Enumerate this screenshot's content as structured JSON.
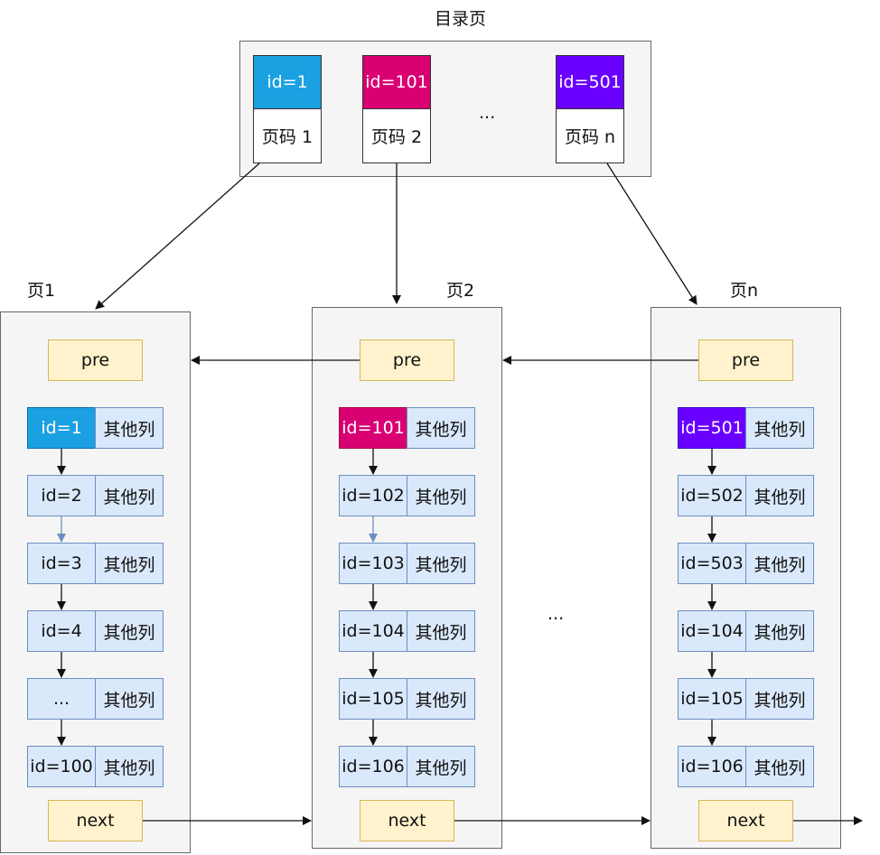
{
  "directory": {
    "title": "目录页",
    "ellipsis": "...",
    "entries": [
      {
        "id_label": "id=1",
        "page_label": "页码 1",
        "color": "#1ba1e2"
      },
      {
        "id_label": "id=101",
        "page_label": "页码 2",
        "color": "#d80073"
      },
      {
        "id_label": "id=501",
        "page_label": "页码 n",
        "color": "#6a00ff"
      }
    ]
  },
  "pages_ellipsis": "...",
  "pages": [
    {
      "title": "页1",
      "pre_label": "pre",
      "next_label": "next",
      "rows": [
        {
          "id": "id=1",
          "col": "其他列",
          "highlight": "#1ba1e2"
        },
        {
          "id": "id=2",
          "col": "其他列"
        },
        {
          "id": "id=3",
          "col": "其他列"
        },
        {
          "id": "id=4",
          "col": "其他列"
        },
        {
          "id": "...",
          "col": "其他列"
        },
        {
          "id": "id=100",
          "col": "其他列"
        }
      ]
    },
    {
      "title": "页2",
      "pre_label": "pre",
      "next_label": "next",
      "rows": [
        {
          "id": "id=101",
          "col": "其他列",
          "highlight": "#d80073"
        },
        {
          "id": "id=102",
          "col": "其他列"
        },
        {
          "id": "id=103",
          "col": "其他列"
        },
        {
          "id": "id=104",
          "col": "其他列"
        },
        {
          "id": "id=105",
          "col": "其他列"
        },
        {
          "id": "id=106",
          "col": "其他列"
        }
      ]
    },
    {
      "title": "页n",
      "pre_label": "pre",
      "next_label": "next",
      "rows": [
        {
          "id": "id=501",
          "col": "其他列",
          "highlight": "#6a00ff"
        },
        {
          "id": "id=502",
          "col": "其他列"
        },
        {
          "id": "id=503",
          "col": "其他列"
        },
        {
          "id": "id=104",
          "col": "其他列"
        },
        {
          "id": "id=105",
          "col": "其他列"
        },
        {
          "id": "id=106",
          "col": "其他列"
        }
      ]
    }
  ]
}
